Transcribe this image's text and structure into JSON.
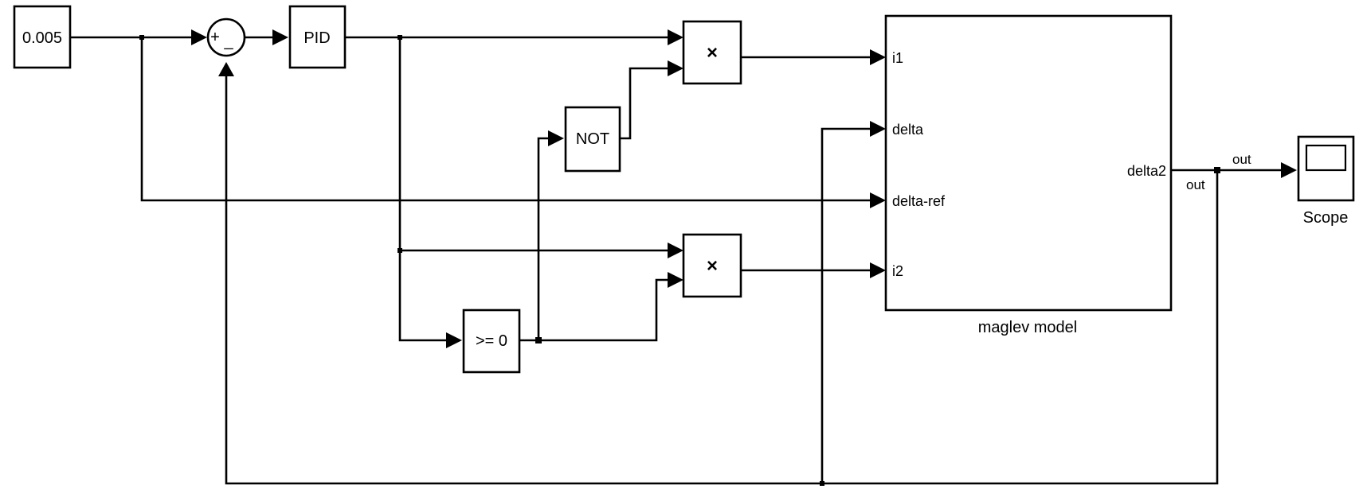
{
  "blocks": {
    "constant": {
      "value": "0.005"
    },
    "sum": {
      "plus_sign": "+",
      "minus_sign": "_"
    },
    "pid": {
      "label": "PID"
    },
    "not": {
      "label": "NOT"
    },
    "product1": {
      "symbol": "×"
    },
    "product2": {
      "symbol": "×"
    },
    "compare": {
      "label": ">= 0"
    },
    "maglev": {
      "caption": "maglev model",
      "inputs": [
        "i1",
        "delta",
        "delta-ref",
        "i2"
      ],
      "output": "delta2"
    },
    "scope": {
      "caption": "Scope"
    }
  },
  "signals": {
    "out_label_below": "out",
    "out_label_above": "out"
  }
}
